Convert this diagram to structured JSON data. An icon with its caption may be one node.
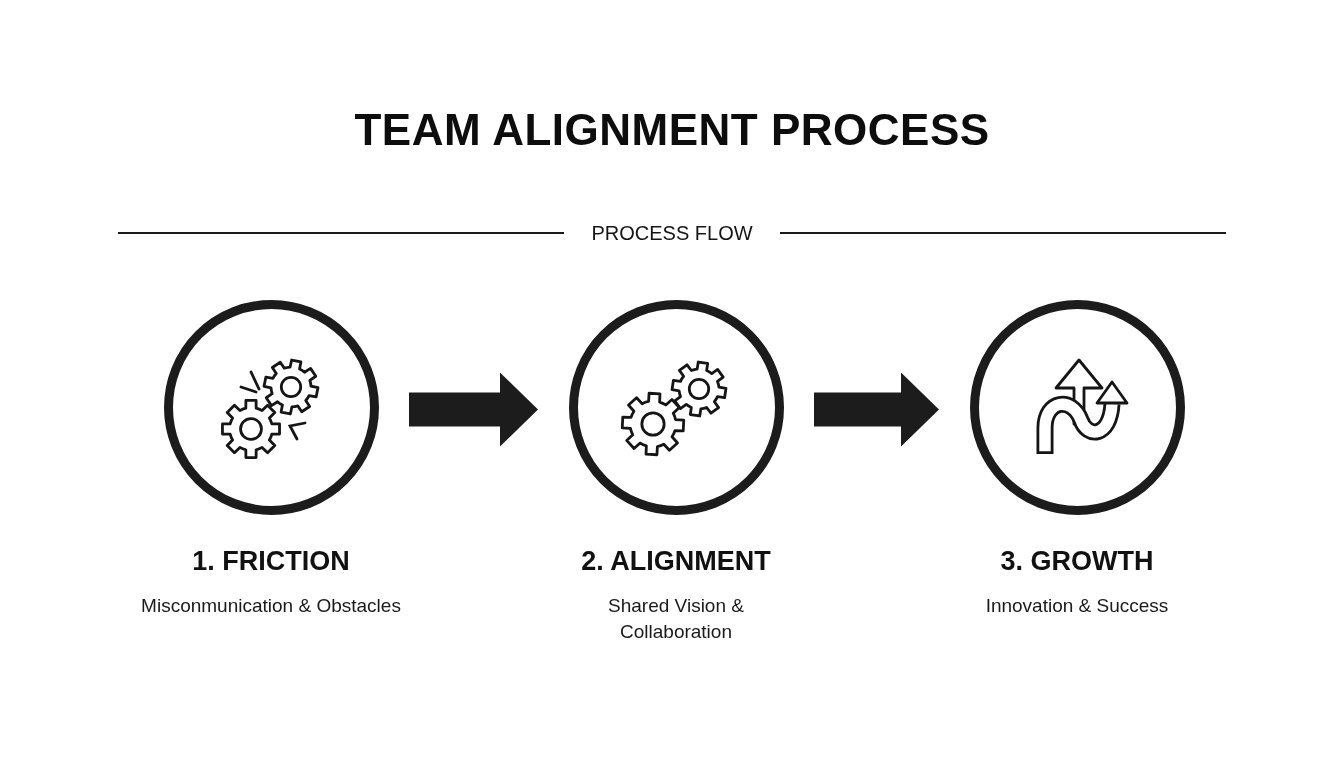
{
  "diagram": {
    "title": "TEAM ALIGNMENT PROCESS",
    "nodes": [
      {
        "text": [
          "1. FRICTION",
          "Misconmunication & Obstacles"
        ]
      },
      {
        "text": [
          "2. ALIGNMENT",
          "Shared Vision & Collaboration"
        ]
      },
      {
        "text": [
          "3. GROWTH",
          "Innovation & Success"
        ]
      }
    ],
    "edges": [
      {
        "from": 0,
        "to": 1,
        "arrow": "to"
      },
      {
        "from": 1,
        "to": 2,
        "arrow": "to"
      }
    ],
    "labels": [
      "PROCESS FLOW"
    ]
  }
}
